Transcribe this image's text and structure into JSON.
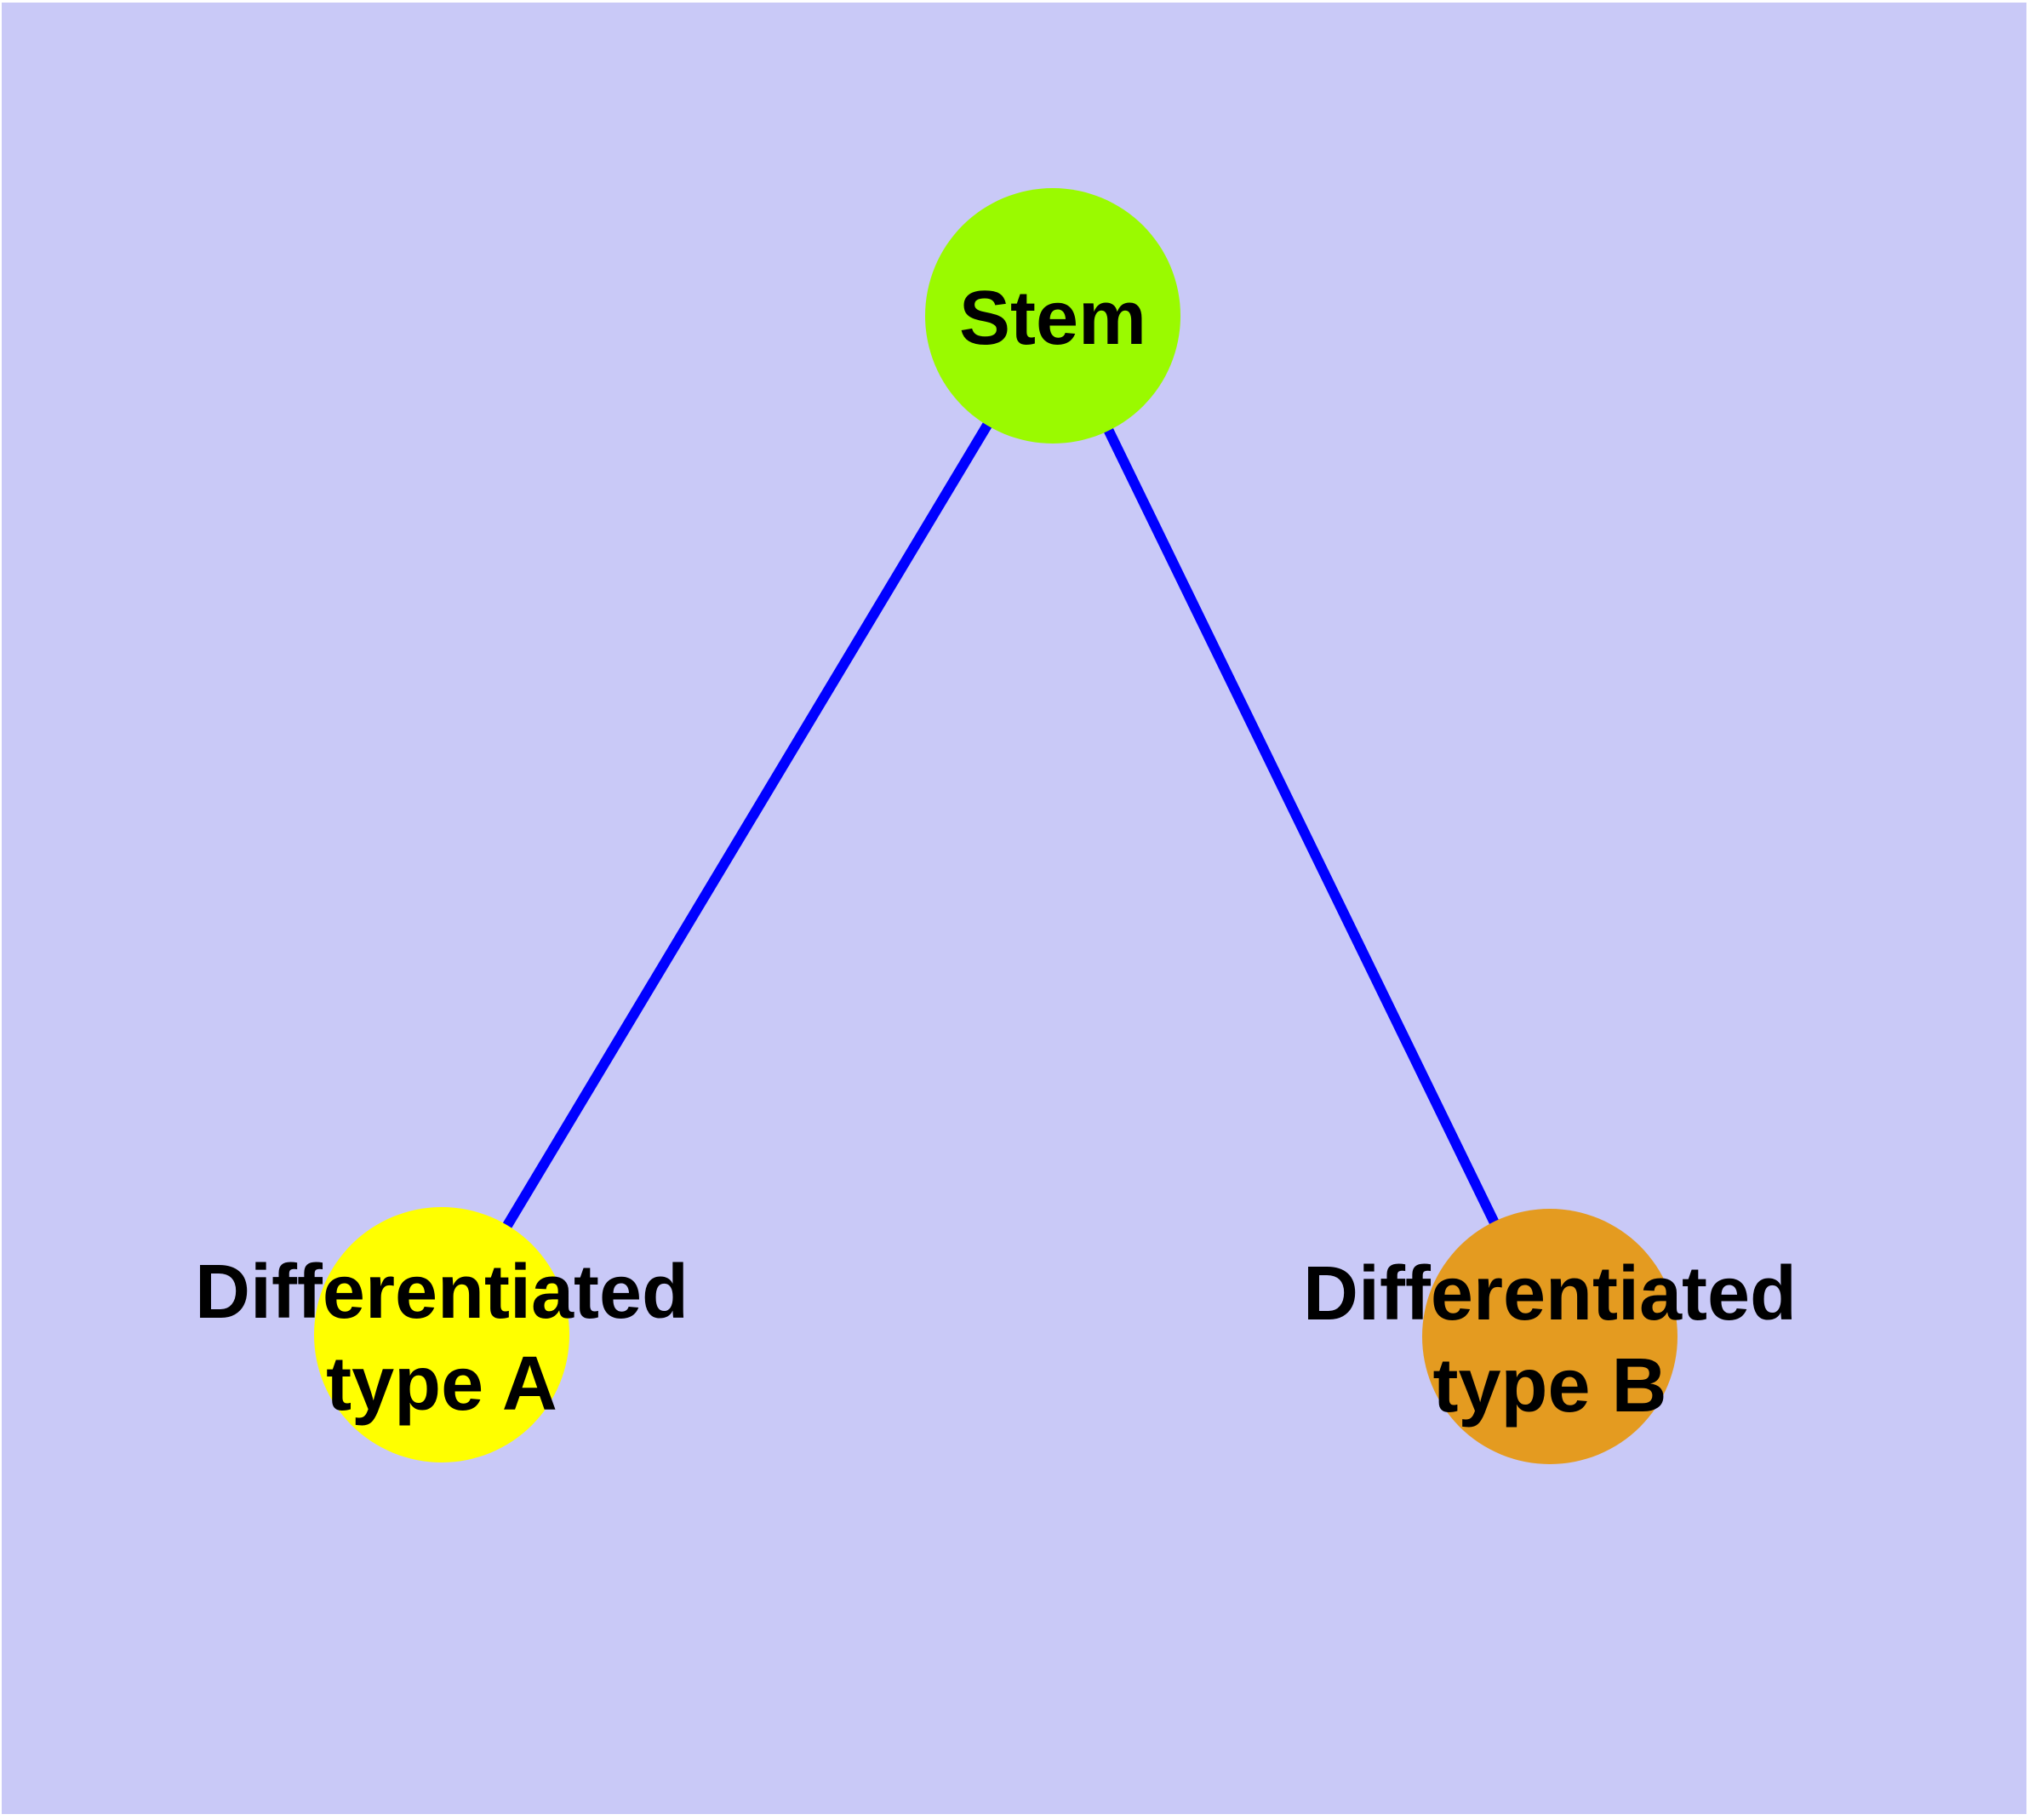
{
  "diagram": {
    "background_color": "#C9C9F7",
    "frame_color": "#FFFFFF",
    "edge_color": "#0000FF",
    "node_border_color": "#808080",
    "label_color": "#000000",
    "nodes": [
      {
        "id": "stem",
        "label": "Stem",
        "label_lines": [
          "Stem"
        ],
        "fill_color": "#9AFA00"
      },
      {
        "id": "differentiated-type-a",
        "label": "Differentiated type A",
        "label_lines": [
          "Differentiated",
          "type A"
        ],
        "fill_color": "#FFFF00"
      },
      {
        "id": "differentiated-type-b",
        "label": "Differentiated type B",
        "label_lines": [
          "Differentiated",
          "type B"
        ],
        "fill_color": "#E49B20"
      }
    ],
    "edges": [
      {
        "from": "Stem",
        "to": "Differentiated type A"
      },
      {
        "from": "Stem",
        "to": "Differentiated type B"
      }
    ]
  }
}
